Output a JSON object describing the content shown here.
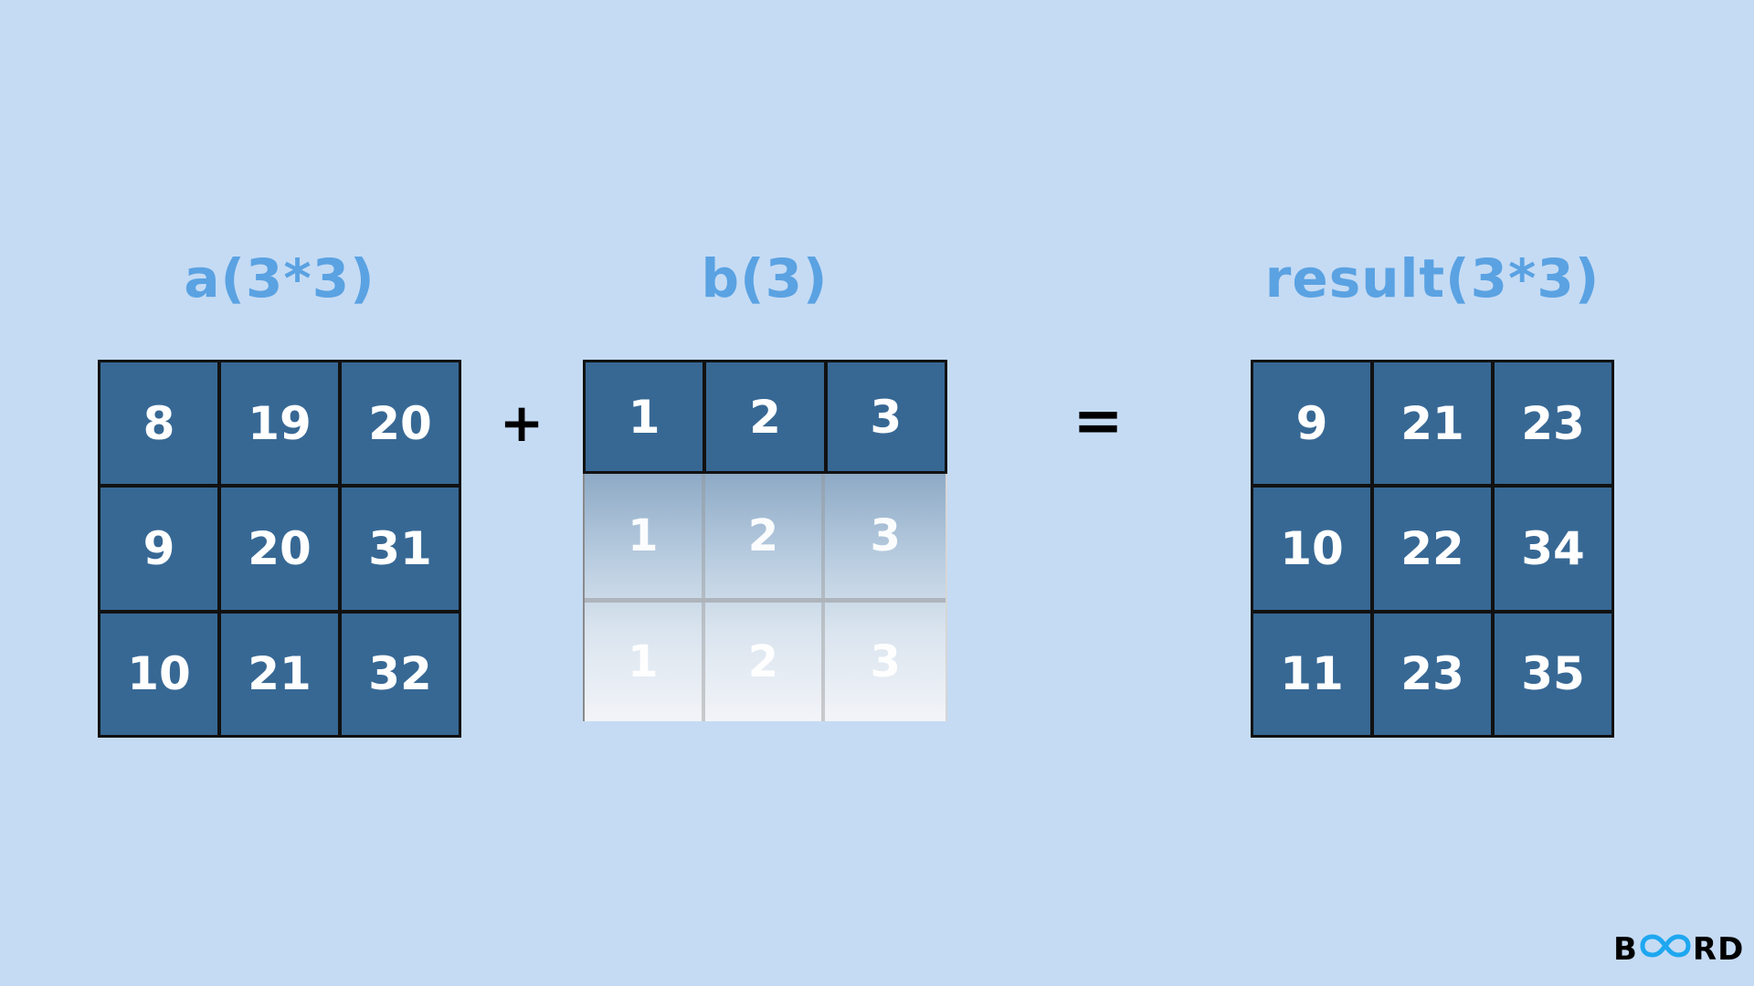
{
  "titles": {
    "a": "a(3*3)",
    "b": "b(3)",
    "result": "result(3*3)"
  },
  "operators": {
    "plus": "+",
    "equals": "="
  },
  "matrix_a": [
    [
      "8",
      "19",
      "20"
    ],
    [
      "9",
      "20",
      "31"
    ],
    [
      "10",
      "21",
      "32"
    ]
  ],
  "vector_b": [
    "1",
    "2",
    "3"
  ],
  "broadcast_b": [
    [
      "1",
      "2",
      "3"
    ],
    [
      "1",
      "2",
      "3"
    ]
  ],
  "matrix_result": [
    [
      "9",
      "21",
      "23"
    ],
    [
      "10",
      "22",
      "34"
    ],
    [
      "11",
      "23",
      "35"
    ]
  ],
  "logo": {
    "text": "BOARD",
    "before_mark": "B",
    "after_mark": "RD",
    "icon": "infinity-loop-icon"
  },
  "colors": {
    "background": "#c5dbf4",
    "cell": "#376894",
    "title": "#5aa2e2",
    "logo_accent": "#1ea7f0"
  }
}
